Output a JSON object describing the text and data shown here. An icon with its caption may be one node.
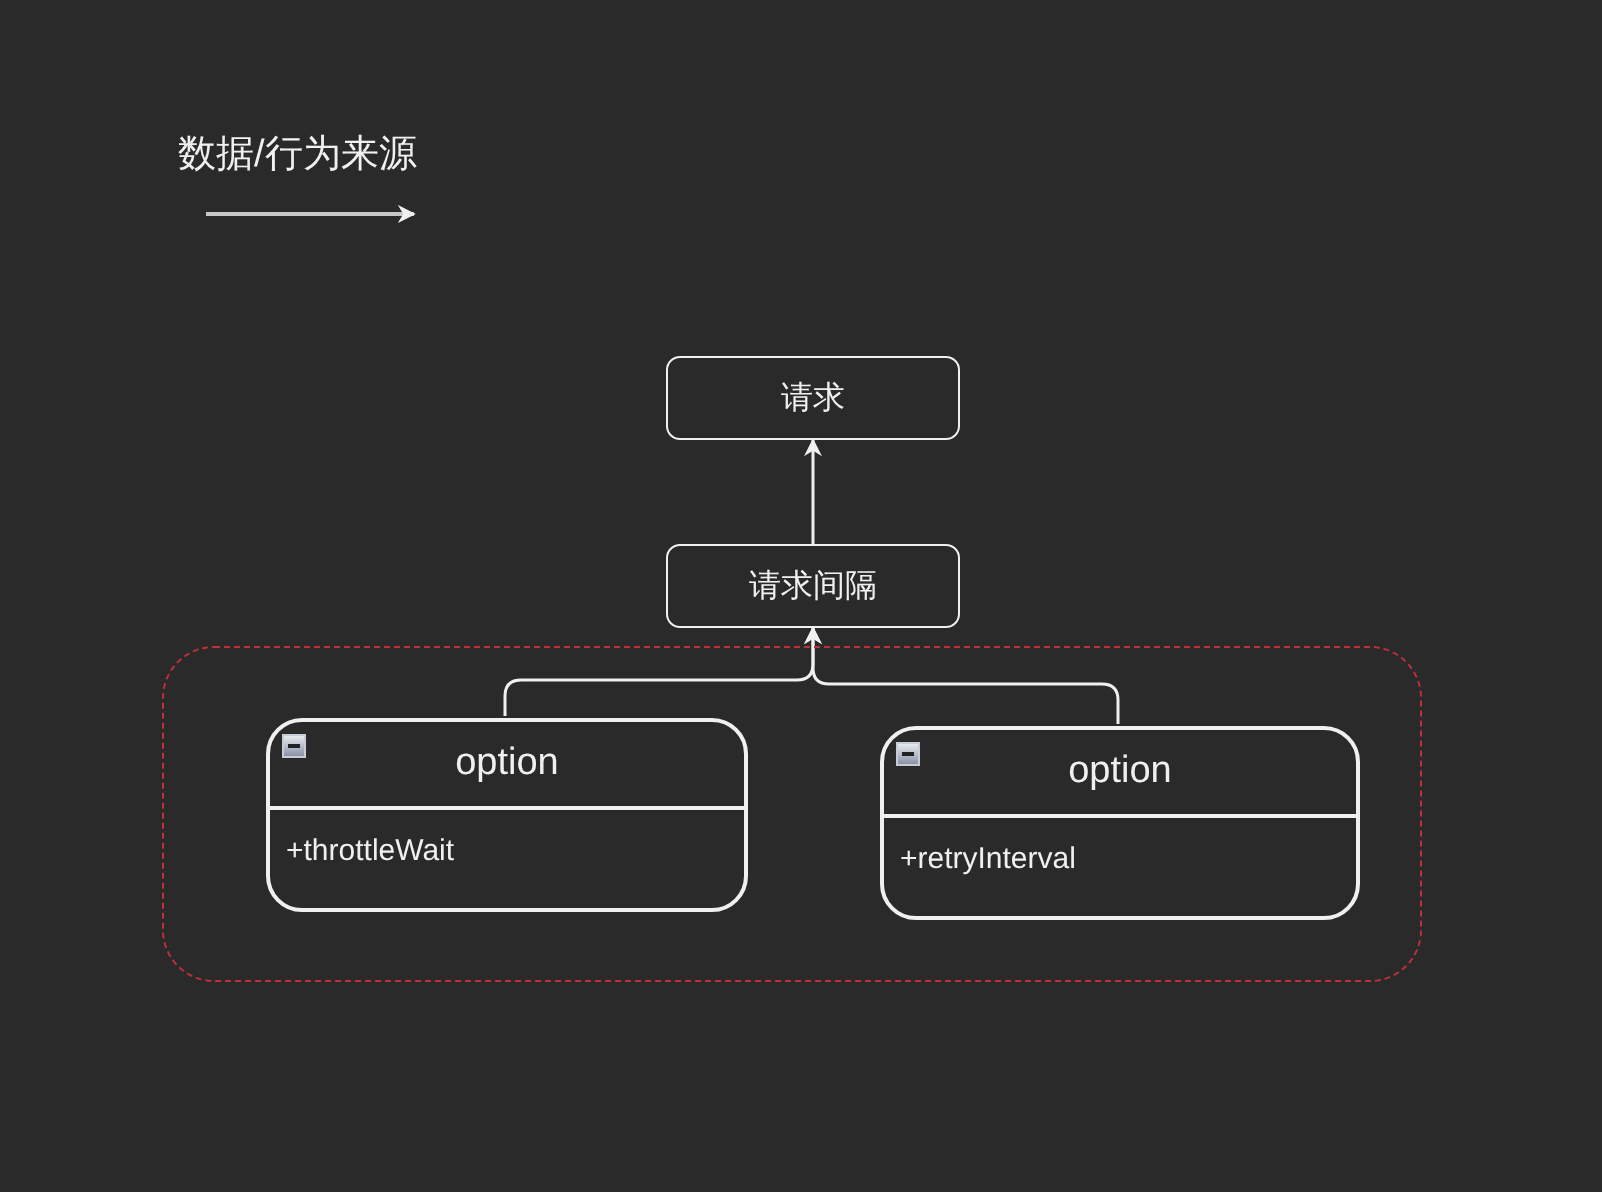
{
  "diagram": {
    "nodes": [
      {
        "text": [
          "请求"
        ]
      },
      {
        "text": [
          "请求间隔"
        ]
      },
      {
        "text": [],
        "shape": "box"
      },
      {
        "text": [
          "option",
          "+throttleWait"
        ],
        "in": 2
      },
      {
        "text": [
          "option",
          "+retryInterval"
        ],
        "in": 2
      }
    ],
    "edges": [
      {
        "from": 1,
        "to": 0,
        "arrow": "to"
      },
      {
        "from": 3,
        "to": 1,
        "arrow": "to"
      },
      {
        "from": 4,
        "to": 1,
        "arrow": "to"
      }
    ],
    "legend": [
      {
        "text": "数据/行为来源"
      }
    ]
  }
}
